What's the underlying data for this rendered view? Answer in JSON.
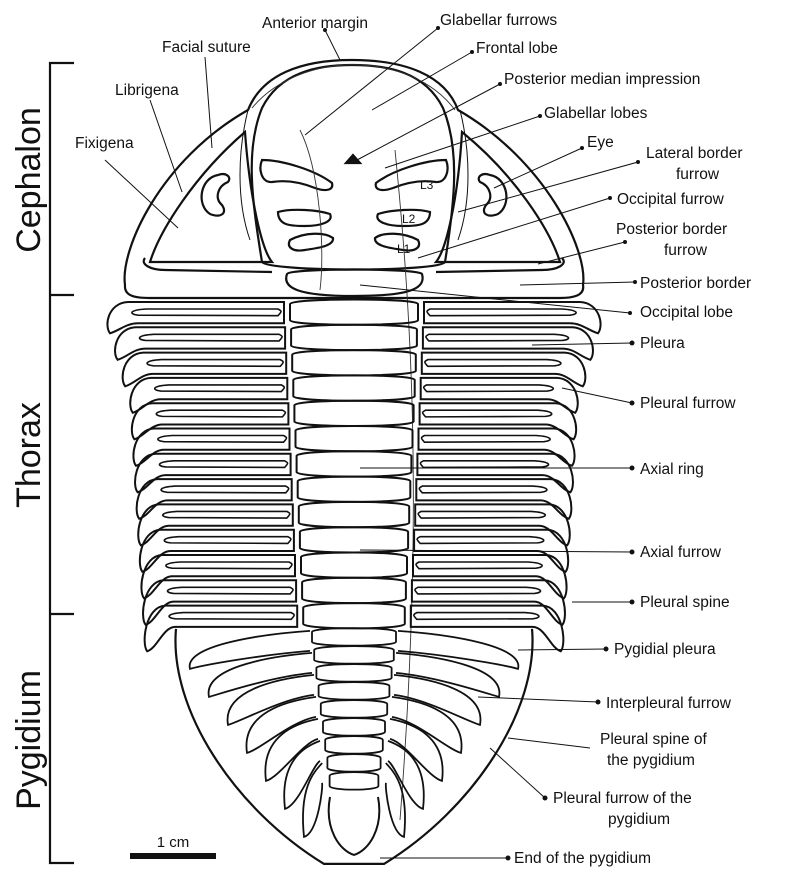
{
  "sections": {
    "cephalon": "Cephalon",
    "thorax": "Thorax",
    "pygidium": "Pygidium"
  },
  "labels": {
    "anterior_margin": "Anterior margin",
    "glabellar_furrows": "Glabellar furrows",
    "facial_suture": "Facial suture",
    "frontal_lobe": "Frontal lobe",
    "librigena": "Librigena",
    "posterior_median_impression": "Posterior median impression",
    "glabellar_lobes": "Glabellar lobes",
    "fixigena": "Fixigena",
    "eye": "Eye",
    "lateral_border_furrow_1": "Lateral border",
    "lateral_border_furrow_2": "furrow",
    "occipital_furrow": "Occipital furrow",
    "posterior_border_furrow_1": "Posterior border",
    "posterior_border_furrow_2": "furrow",
    "posterior_border": "Posterior border",
    "occipital_lobe": "Occipital lobe",
    "pleura": "Pleura",
    "pleural_furrow": "Pleural furrow",
    "axial_ring": "Axial ring",
    "axial_furrow": "Axial furrow",
    "pleural_spine": "Pleural spine",
    "pygidial_pleura": "Pygidial pleura",
    "interpleural_furrow": "Interpleural furrow",
    "pleural_spine_pygidium_1": "Pleural spine of",
    "pleural_spine_pygidium_2": "the pygidium",
    "pleural_furrow_pygidium_1": "Pleural furrow of the",
    "pleural_furrow_pygidium_2": "pygidium",
    "end_of_pygidium": "End of the pygidium"
  },
  "lobes": {
    "l1": "L1",
    "l2": "L2",
    "l3": "L3"
  },
  "scale_bar": {
    "label": "1 cm"
  },
  "colors": {
    "ink": "#111111",
    "background": "#ffffff"
  }
}
